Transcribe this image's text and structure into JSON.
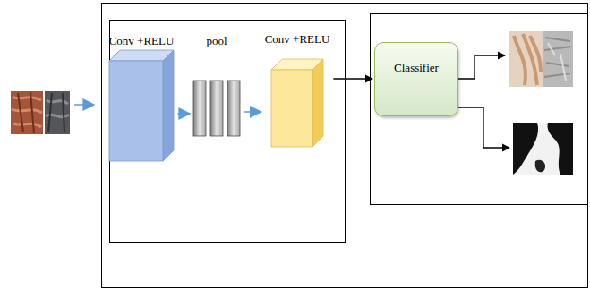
{
  "diagram": {
    "nodes": [
      {
        "text": [
          "Conv +RELU"
        ]
      },
      {
        "text": [
          "pool"
        ]
      },
      {
        "text": [
          "Conv +RELU"
        ]
      },
      {
        "text": [
          "Classifier"
        ]
      }
    ],
    "edges": [
      {
        "from": 0,
        "to": 1,
        "arrow": "to"
      },
      {
        "from": 1,
        "to": 2,
        "arrow": "to"
      },
      {
        "from": 2,
        "to": 3,
        "arrow": "to"
      }
    ]
  }
}
